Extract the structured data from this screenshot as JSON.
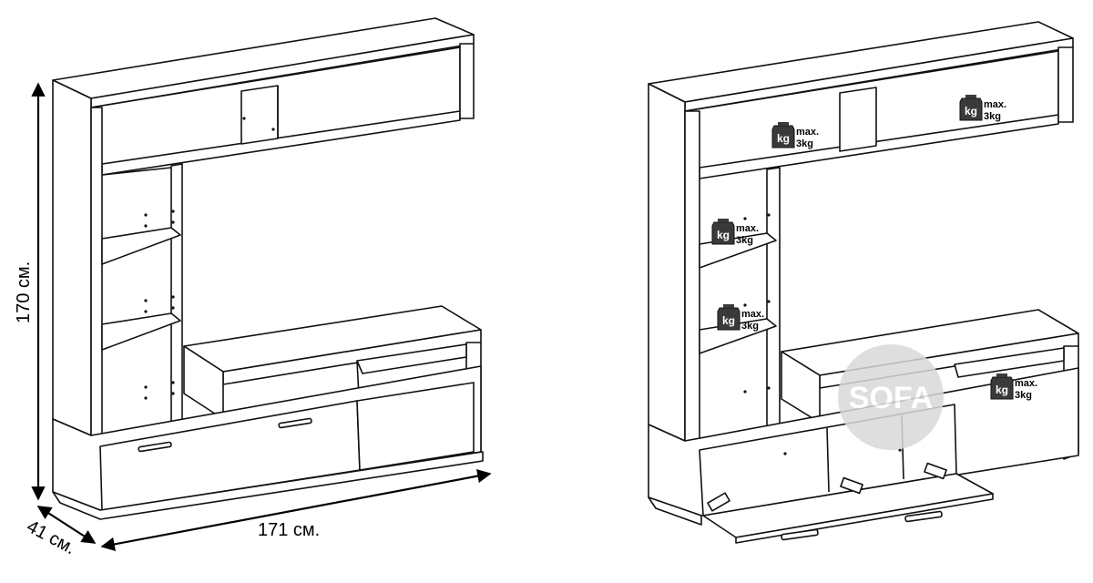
{
  "dimensions": {
    "height": "170 см.",
    "depth": "41 см.",
    "width": "171 см."
  },
  "weight_badge": {
    "unit": "kg",
    "limit_line1": "max.",
    "limit_line2": "3kg"
  },
  "watermark": {
    "text": "SOFA"
  },
  "colors": {
    "line": "#111111",
    "badge": "#3a3a3a",
    "watermark": "#d9d9d9"
  }
}
